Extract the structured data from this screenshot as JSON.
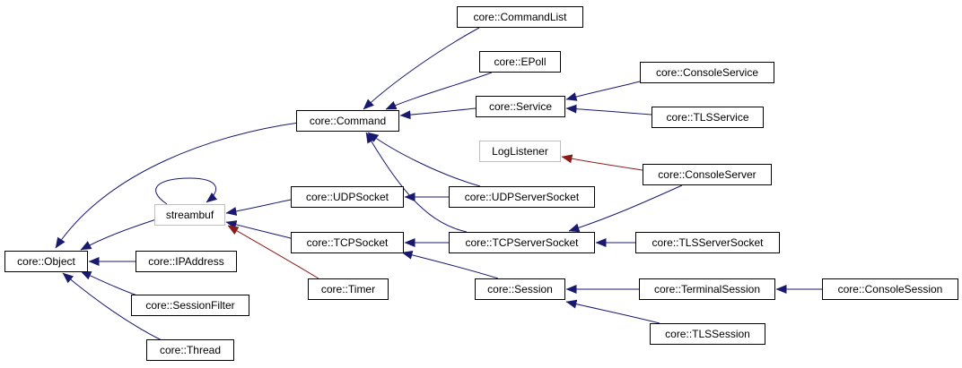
{
  "colors": {
    "background": "#ffffff",
    "node_border": "#000000",
    "node_border_external": "#bfbfbf",
    "edge_public": "#191970",
    "edge_protected": "#8b1a1a"
  },
  "nodes": [
    {
      "id": "n-commandlist",
      "label": "core::CommandList",
      "style": "normal"
    },
    {
      "id": "n-epoll",
      "label": "core::EPoll",
      "style": "normal"
    },
    {
      "id": "n-consoleservice",
      "label": "core::ConsoleService",
      "style": "normal"
    },
    {
      "id": "n-command",
      "label": "core::Command",
      "style": "normal"
    },
    {
      "id": "n-service",
      "label": "core::Service",
      "style": "normal"
    },
    {
      "id": "n-tlsservice",
      "label": "core::TLSService",
      "style": "normal"
    },
    {
      "id": "n-loglistener",
      "label": "LogListener",
      "style": "external"
    },
    {
      "id": "n-consoleserver",
      "label": "core::ConsoleServer",
      "style": "normal"
    },
    {
      "id": "n-streambuf",
      "label": "streambuf",
      "style": "external"
    },
    {
      "id": "n-udpsocket",
      "label": "core::UDPSocket",
      "style": "normal"
    },
    {
      "id": "n-udpserversocket",
      "label": "core::UDPServerSocket",
      "style": "normal"
    },
    {
      "id": "n-tcpsocket",
      "label": "core::TCPSocket",
      "style": "normal"
    },
    {
      "id": "n-tcpserversocket",
      "label": "core::TCPServerSocket",
      "style": "normal"
    },
    {
      "id": "n-tlsserversocket",
      "label": "core::TLSServerSocket",
      "style": "normal"
    },
    {
      "id": "n-object",
      "label": "core::Object",
      "style": "normal"
    },
    {
      "id": "n-ipaddress",
      "label": "core::IPAddress",
      "style": "normal"
    },
    {
      "id": "n-timer",
      "label": "core::Timer",
      "style": "normal"
    },
    {
      "id": "n-session",
      "label": "core::Session",
      "style": "normal"
    },
    {
      "id": "n-terminalsession",
      "label": "core::TerminalSession",
      "style": "normal"
    },
    {
      "id": "n-consolesession",
      "label": "core::ConsoleSession",
      "style": "normal"
    },
    {
      "id": "n-sessionfilter",
      "label": "core::SessionFilter",
      "style": "normal"
    },
    {
      "id": "n-tlssession",
      "label": "core::TLSSession",
      "style": "normal"
    },
    {
      "id": "n-thread",
      "label": "core::Thread",
      "style": "normal"
    }
  ],
  "edges": [
    {
      "from": "n-commandlist",
      "to": "n-command",
      "kind": "public"
    },
    {
      "from": "n-epoll",
      "to": "n-command",
      "kind": "public"
    },
    {
      "from": "n-service",
      "to": "n-command",
      "kind": "public"
    },
    {
      "from": "n-consoleservice",
      "to": "n-service",
      "kind": "public"
    },
    {
      "from": "n-tlsservice",
      "to": "n-service",
      "kind": "public"
    },
    {
      "from": "n-consoleserver",
      "to": "n-loglistener",
      "kind": "protected"
    },
    {
      "from": "n-consoleserver",
      "to": "n-tcpserversocket",
      "kind": "public"
    },
    {
      "from": "n-command",
      "to": "n-object",
      "kind": "public"
    },
    {
      "from": "n-udpserversocket",
      "to": "n-command",
      "kind": "public"
    },
    {
      "from": "n-tcpserversocket",
      "to": "n-command",
      "kind": "public"
    },
    {
      "from": "n-udpserversocket",
      "to": "n-udpsocket",
      "kind": "public"
    },
    {
      "from": "n-udpsocket",
      "to": "n-streambuf",
      "kind": "public"
    },
    {
      "from": "n-tcpsocket",
      "to": "n-streambuf",
      "kind": "public"
    },
    {
      "from": "n-timer",
      "to": "n-streambuf",
      "kind": "protected"
    },
    {
      "from": "n-streambuf",
      "to": "n-streambuf",
      "kind": "public"
    },
    {
      "from": "n-streambuf",
      "to": "n-object",
      "kind": "public"
    },
    {
      "from": "n-tcpserversocket",
      "to": "n-tcpsocket",
      "kind": "public"
    },
    {
      "from": "n-tlsserversocket",
      "to": "n-tcpserversocket",
      "kind": "public"
    },
    {
      "from": "n-session",
      "to": "n-tcpsocket",
      "kind": "public"
    },
    {
      "from": "n-terminalsession",
      "to": "n-session",
      "kind": "public"
    },
    {
      "from": "n-tlssession",
      "to": "n-session",
      "kind": "public"
    },
    {
      "from": "n-consolesession",
      "to": "n-terminalsession",
      "kind": "public"
    },
    {
      "from": "n-ipaddress",
      "to": "n-object",
      "kind": "public"
    },
    {
      "from": "n-sessionfilter",
      "to": "n-object",
      "kind": "public"
    },
    {
      "from": "n-thread",
      "to": "n-object",
      "kind": "public"
    }
  ]
}
